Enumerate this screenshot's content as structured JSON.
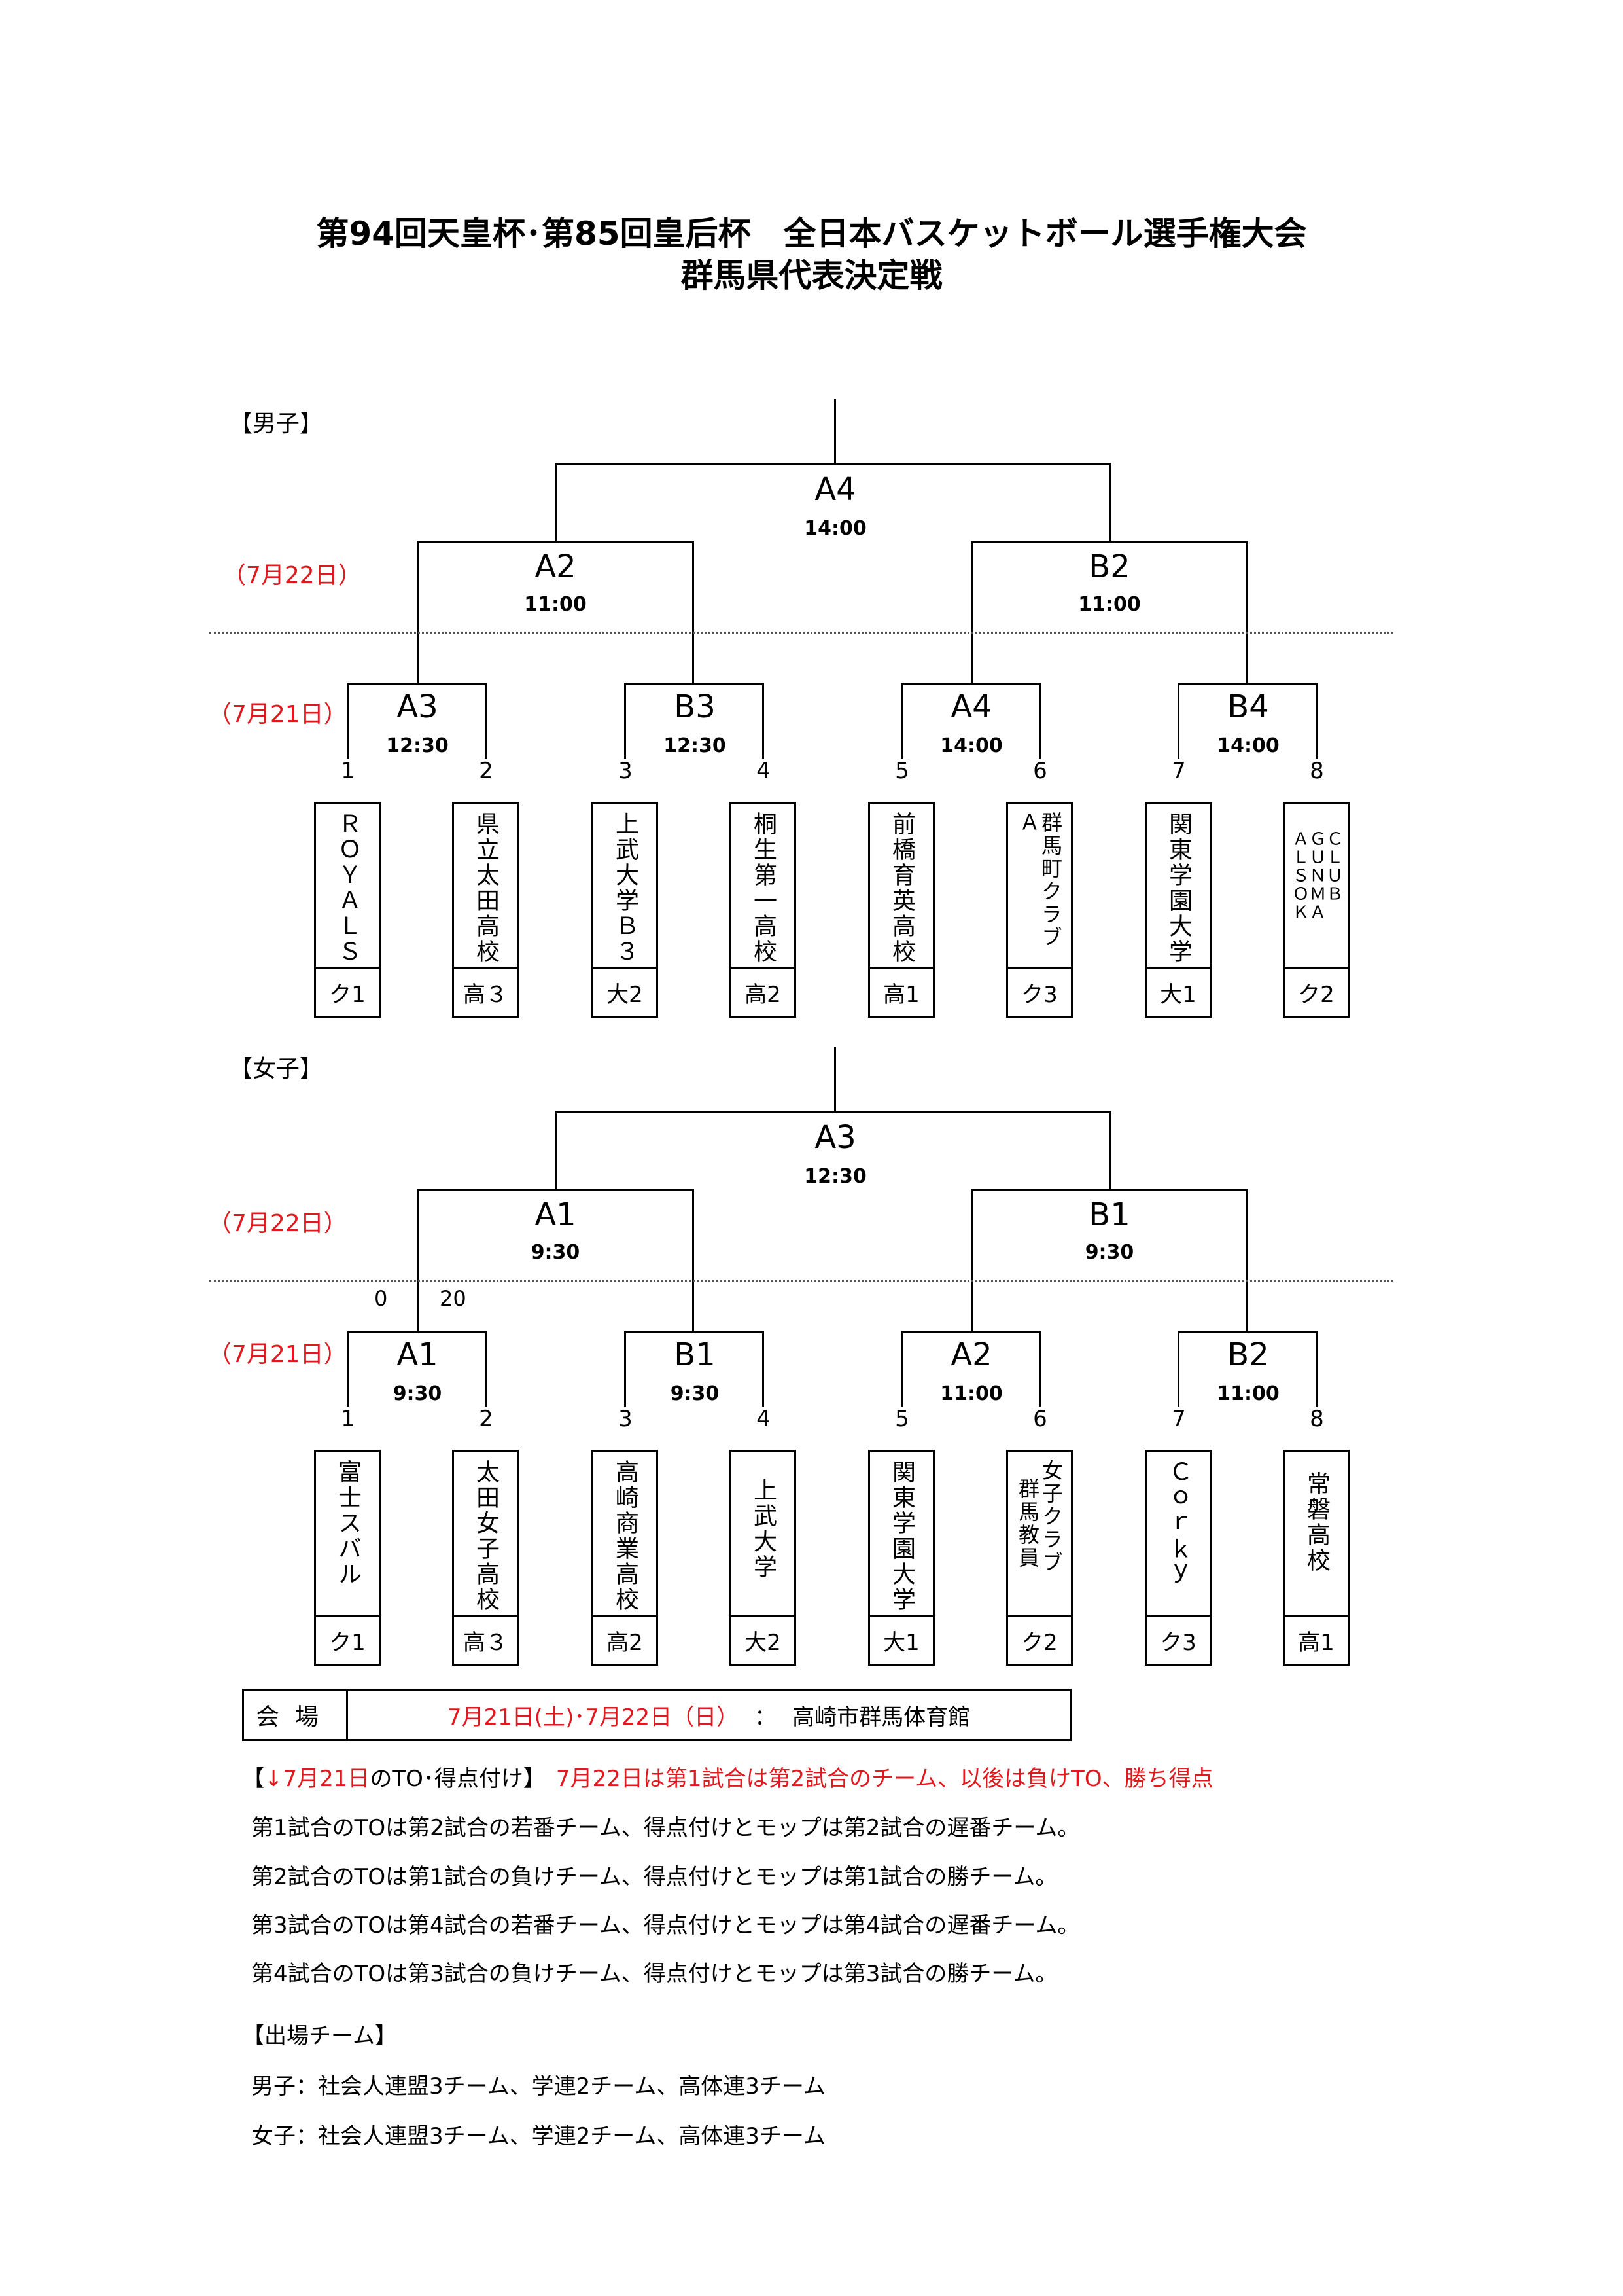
{
  "title": {
    "line1": "第94回天皇杯･第85回皇后杯　全日本バスケットボール選手権大会",
    "line2": "群馬県代表決定戦"
  },
  "days": {
    "day2": "（7月22日）",
    "day1": "（7月21日）"
  },
  "men": {
    "heading": "【男子】",
    "final": {
      "code": "A4",
      "time": "14:00"
    },
    "semis": [
      {
        "code": "A2",
        "time": "11:00"
      },
      {
        "code": "B2",
        "time": "11:00"
      }
    ],
    "firsts": [
      {
        "code": "A3",
        "time": "12:30"
      },
      {
        "code": "B3",
        "time": "12:30"
      },
      {
        "code": "A4",
        "time": "14:00"
      },
      {
        "code": "B4",
        "time": "14:00"
      }
    ],
    "teams": [
      {
        "seed": "1",
        "name": "ＲＯＹＡＬＳ",
        "cat": "ク1"
      },
      {
        "seed": "2",
        "name": "県立太田高校",
        "cat": "高３"
      },
      {
        "seed": "3",
        "name": "上武大学Ｂ３",
        "cat": "大2"
      },
      {
        "seed": "4",
        "name": "桐生第一高校",
        "cat": "高2"
      },
      {
        "seed": "5",
        "name": "前橋育英高校",
        "cat": "高1"
      },
      {
        "seed": "6",
        "name": "群馬町クラブＡ",
        "cat": "ク3"
      },
      {
        "seed": "7",
        "name": "関東学園大学",
        "cat": "大1"
      },
      {
        "seed": "8",
        "name": "ＡＬＳＯＫ",
        "name2": "ＧＵＮＭＡ",
        "name3": "ＣＬＵＢ",
        "cat": "ク2"
      }
    ]
  },
  "women": {
    "heading": "【女子】",
    "final": {
      "code": "A3",
      "time": "12:30"
    },
    "semis": [
      {
        "code": "A1",
        "time": "9:30"
      },
      {
        "code": "B1",
        "time": "9:30"
      }
    ],
    "score": {
      "left": "0",
      "right": "20"
    },
    "firsts": [
      {
        "code": "A1",
        "time": "9:30"
      },
      {
        "code": "B1",
        "time": "9:30"
      },
      {
        "code": "A2",
        "time": "11:00"
      },
      {
        "code": "B2",
        "time": "11:00"
      }
    ],
    "teams": [
      {
        "seed": "1",
        "name": "富士スバル",
        "cat": "ク1"
      },
      {
        "seed": "2",
        "name": "太田女子高校",
        "cat": "高３"
      },
      {
        "seed": "3",
        "name": "高崎商業高校",
        "cat": "高2"
      },
      {
        "seed": "4",
        "name": "上武大学",
        "cat": "大2"
      },
      {
        "seed": "5",
        "name": "関東学園大学",
        "cat": "大1"
      },
      {
        "seed": "6",
        "name": "群馬教員",
        "name2": "女子クラブ",
        "cat": "ク2"
      },
      {
        "seed": "7",
        "name": "Ｃｏｒｋｙ",
        "cat": "ク3"
      },
      {
        "seed": "8",
        "name": "常磐高校",
        "cat": "高1"
      }
    ]
  },
  "venue": {
    "label": "会場",
    "dates": "7月21日(土)･7月22日（日）",
    "separator": "：",
    "place": "高崎市群馬体育館"
  },
  "notes": {
    "header_black_open": "【",
    "header_red1": "↓7月21日",
    "header_black_mid": "のTO･得点付け】",
    "header_red2": "7月22日は第1試合は第2試合のチーム、以後は負けTO、勝ち得点",
    "lines": [
      "第1試合のTOは第2試合の若番チーム、得点付けとモップは第2試合の遅番チーム。",
      "第2試合のTOは第1試合の負けチーム、得点付けとモップは第1試合の勝チーム。",
      "第3試合のTOは第4試合の若番チーム、得点付けとモップは第4試合の遅番チーム。",
      "第4試合のTOは第3試合の負けチーム、得点付けとモップは第3試合の勝チーム。"
    ],
    "teams_header": "【出場チーム】",
    "teams_men": "男子：社会人連盟3チーム、学連2チーム、高体連3チーム",
    "teams_women": "女子：社会人連盟3チーム、学連2チーム、高体連3チーム"
  }
}
